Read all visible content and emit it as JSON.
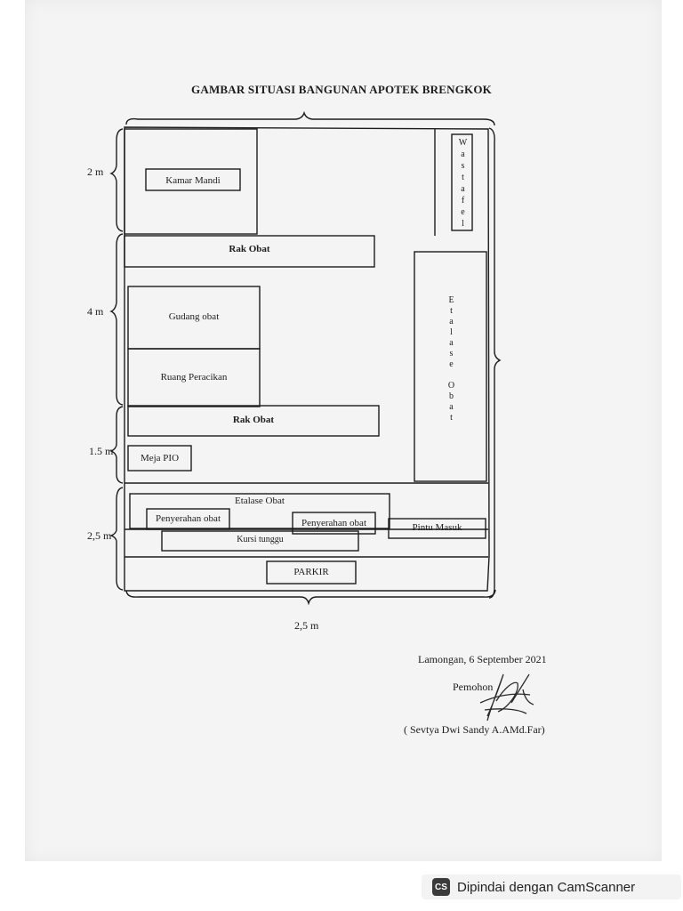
{
  "document": {
    "title": "GAMBAR SITUASI BANGUNAN APOTEK BRENGKOK",
    "rooms": {
      "kamar_mandi": "Kamar Mandi",
      "wastafel": "Wastafel",
      "rak_obat_1": "Rak Obat",
      "gudang_obat": "Gudang obat",
      "ruang_peracikan": "Ruang Peracikan",
      "etalase_obat_vertical": "Etalase Obat",
      "rak_obat_2": "Rak Obat",
      "meja_pio": "Meja PIO",
      "etalase_obat": "Etalase Obat",
      "penyerahan_obat_1": "Penyerahan obat",
      "penyerahan_obat_2": "Penyerahan obat",
      "pintu_masuk": "Pintu Masuk",
      "kursi_tunggu": "Kursi tunggu",
      "parkir": "PARKIR"
    },
    "dimensions": {
      "d1": "2 m",
      "d2": "4 m",
      "d3": "1.5 m",
      "d4": "2,5 m",
      "bottom": "2,5 m"
    },
    "signature": {
      "place_date": "Lamongan, 6 September 2021",
      "role": "Pemohon",
      "name": "( Sevtya Dwi Sandy A.AMd.Far)"
    }
  },
  "scanner": {
    "badge": "CS",
    "label": "Dipindai dengan CamScanner"
  }
}
